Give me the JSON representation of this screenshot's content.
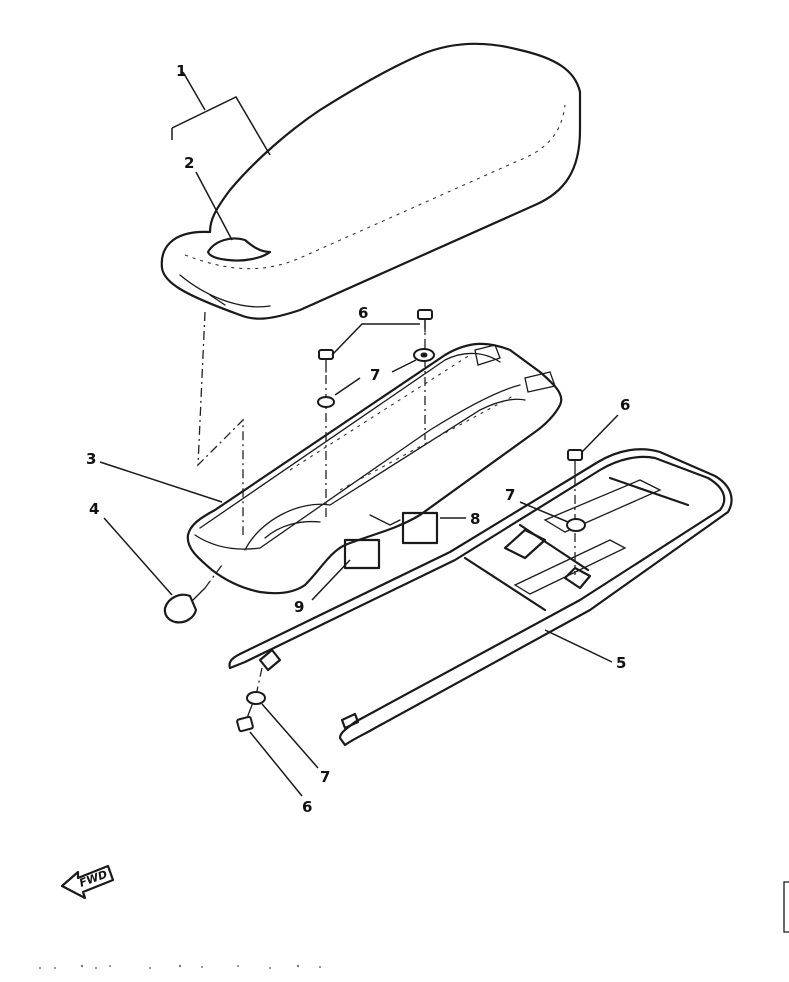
{
  "diagram": {
    "callouts": {
      "c1": "1",
      "c2": "2",
      "c3": "3",
      "c4": "4",
      "c5": "5",
      "c6a": "6",
      "c6b": "6",
      "c6c": "6",
      "c7a": "7",
      "c7b": "7",
      "c7c": "7",
      "c8": "8",
      "c9": "9"
    },
    "direction_arrow": "FWD",
    "parts": [
      "seat",
      "seat-lock-pad",
      "storage-box",
      "knob-screw",
      "carrier-rack",
      "bolt",
      "washer",
      "label",
      "label"
    ]
  },
  "colors": {
    "line": "#1a1a1a",
    "background": "#ffffff"
  }
}
